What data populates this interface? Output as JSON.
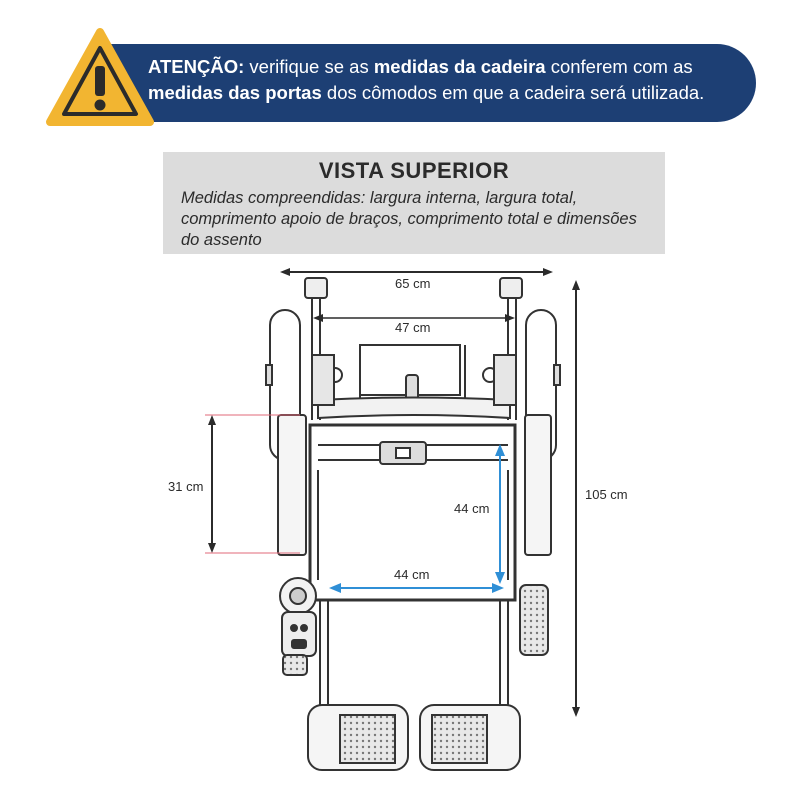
{
  "warning": {
    "label": "ATENÇÃO:",
    "text1": " verifique se as ",
    "bold1": "medidas da cadeira",
    "text2": " conferem com as",
    "bold2": "medidas das portas",
    "text3": " dos cômodos em que a cadeira será utilizada.",
    "icon": "warning-triangle-icon",
    "colors": {
      "banner": "#1d3f74",
      "triangle": "#f2b531"
    }
  },
  "panel": {
    "title": "VISTA SUPERIOR",
    "description": "Medidas compreendidas: largura interna, largura total, comprimento apoio de braços, comprimento total e dimensões do assento"
  },
  "dimensions": {
    "total_width": "65 cm",
    "inner_width": "47 cm",
    "armrest_length": "31 cm",
    "seat_depth": "44 cm",
    "seat_width": "44 cm",
    "total_length": "105 cm"
  },
  "accent_colors": {
    "seat_arrows": "#2f8fd6",
    "armrest_guides": "#e06a7a"
  }
}
